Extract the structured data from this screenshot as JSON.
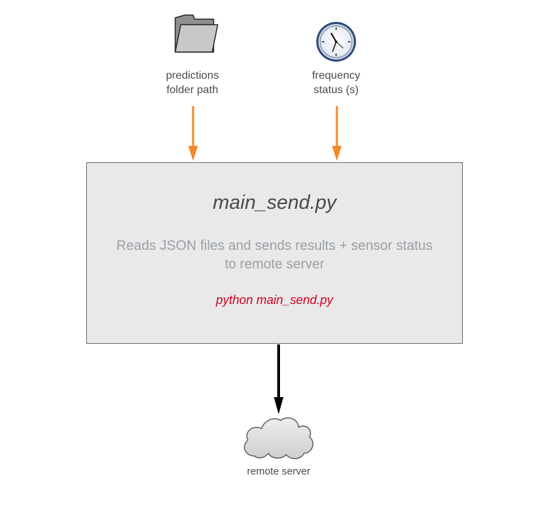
{
  "inputs": {
    "predictions": {
      "line1": "predictions",
      "line2": "folder path",
      "icon": "folder-icon"
    },
    "frequency": {
      "line1": "frequency",
      "line2": "status (s)",
      "icon": "clock-icon"
    }
  },
  "process": {
    "script_name": "main_send.py",
    "description_line1": "Reads JSON files and sends results + sensor status",
    "description_line2": "to remote server",
    "command": "python main_send.py"
  },
  "output": {
    "label": "remote server",
    "icon": "cloud-icon"
  },
  "colors": {
    "input_arrow": "#f5872a",
    "output_arrow": "#000000",
    "box_fill": "#e9e9e9",
    "command_text": "#d0021b"
  }
}
